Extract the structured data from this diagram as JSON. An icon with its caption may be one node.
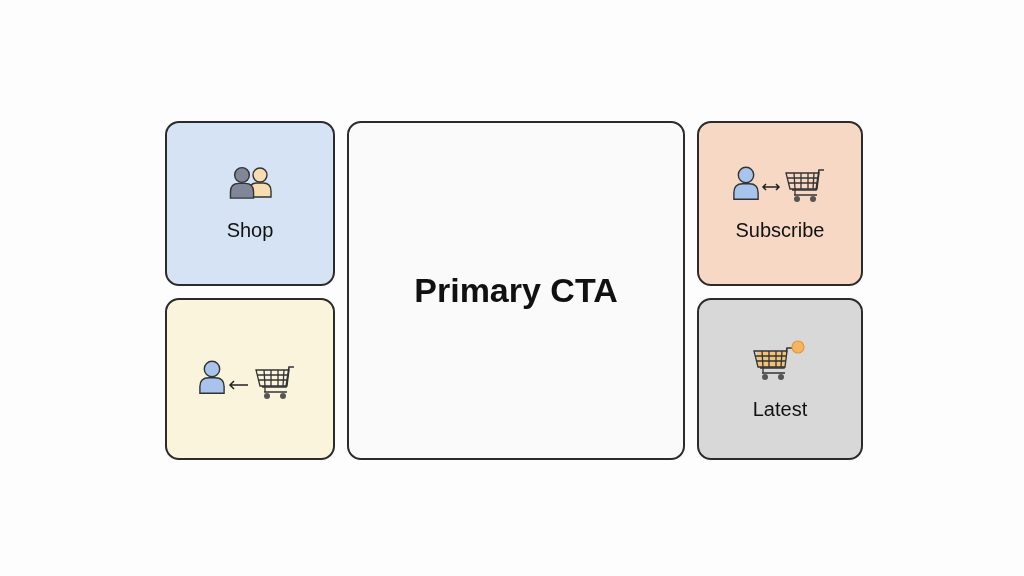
{
  "diagram": {
    "nodes": [
      {
        "text": [
          "Shop"
        ]
      },
      {
        "text": [
          "Primary CTA"
        ]
      },
      {
        "text": [
          "Subscribe"
        ]
      },
      {
        "text": [],
        "shape": "box"
      },
      {
        "text": [
          "Latest"
        ]
      }
    ]
  }
}
